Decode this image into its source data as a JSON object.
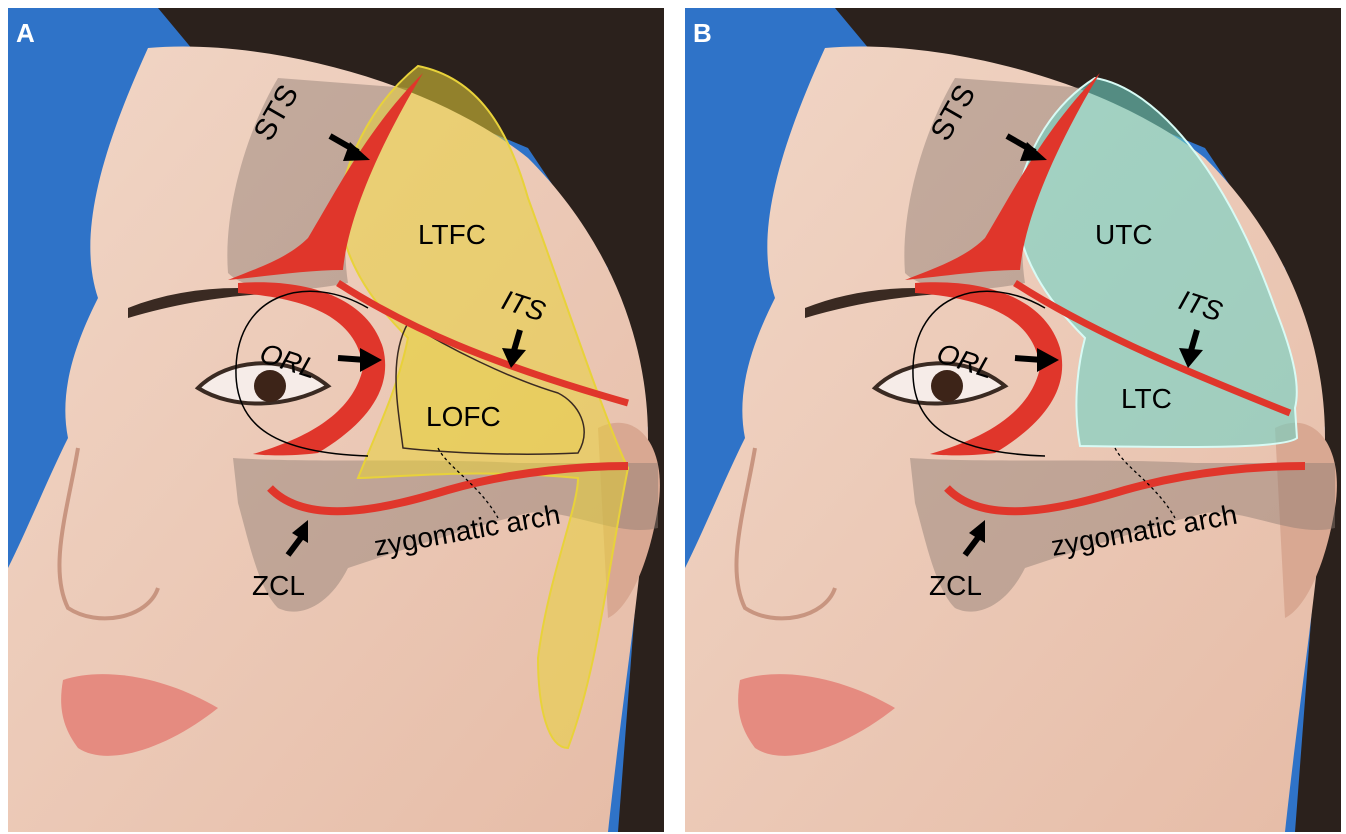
{
  "panels": [
    {
      "letter": "A",
      "overlay_color": "#e8d23a",
      "labels": {
        "sts": "STS",
        "upper_region": "LTFC",
        "its": "ITS",
        "orl": "ORL",
        "lower_region": "LOFC",
        "zygomatic_arch": "zygomatic arch",
        "zcl": "ZCL"
      }
    },
    {
      "letter": "B",
      "overlay_color": "#6fd3c6",
      "labels": {
        "sts": "STS",
        "upper_region": "UTC",
        "its": "ITS",
        "orl": "ORL",
        "lower_region": "LTC",
        "zygomatic_arch": "zygomatic arch",
        "zcl": "ZCL"
      }
    }
  ],
  "colors": {
    "background": "#2f73c8",
    "ligament_red": "#e0362b",
    "shadow_zone": "#8c7a70"
  }
}
